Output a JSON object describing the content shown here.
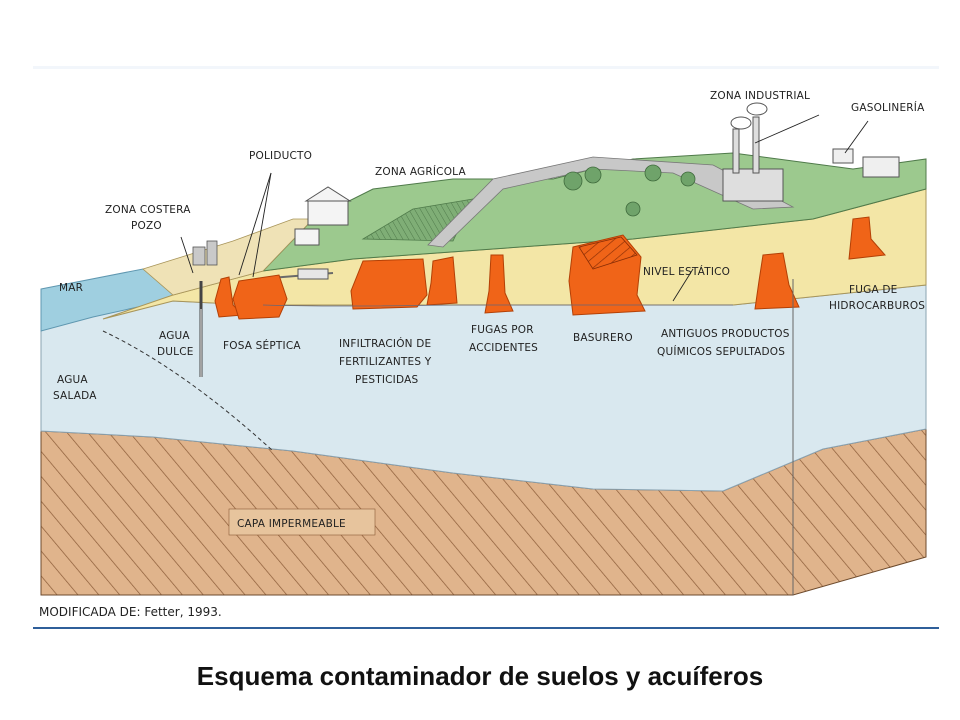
{
  "caption": "Esquema contaminador de suelos y acuíferos",
  "credit": "MODIFICADA DE: Fetter, 1993.",
  "labels": {
    "mar": "MAR",
    "zona_costera_1": "ZONA COSTERA",
    "zona_costera_2": "POZO",
    "poliducto": "POLIDUCTO",
    "zona_agricola": "ZONA AGRÍCOLA",
    "zona_industrial": "ZONA INDUSTRIAL",
    "gasolineria": "GASOLINERÍA",
    "nivel_estatico": "NIVEL ESTÁTICO",
    "fuga_1": "FUGA DE",
    "fuga_2": "HIDROCARBUROS",
    "agua_dulce_1": "AGUA",
    "agua_dulce_2": "DULCE",
    "agua_salada_1": "AGUA",
    "agua_salada_2": "SALADA",
    "fosa_septica": "FOSA SÉPTICA",
    "infiltracion_1": "INFILTRACIÓN DE",
    "infiltracion_2": "FERTILIZANTES Y",
    "infiltracion_3": "PESTICIDAS",
    "fugas_1": "FUGAS POR",
    "fugas_2": "ACCIDENTES",
    "basurero": "BASURERO",
    "antiguos_1": "ANTIGUOS PRODUCTOS",
    "antiguos_2": "QUÍMICOS SEPULTADOS",
    "capa_impermeable": "CAPA IMPERMEABLE"
  },
  "colors": {
    "sky": "#ffffff",
    "sea": "#9fcfe0",
    "aquifer": "#d9e8ef",
    "sand": "#f3e6a6",
    "clay": "#e0b48c",
    "green": "#9cc98e",
    "contaminant": "#f06418",
    "frame_line": "#2f5f9a"
  }
}
